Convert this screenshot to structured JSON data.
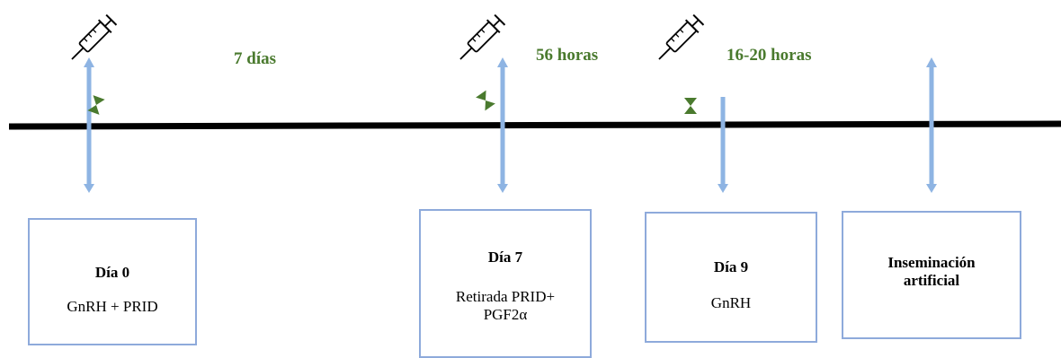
{
  "intervals": [
    "7 días",
    "56 horas",
    "16-20 horas"
  ],
  "events": [
    {
      "title": "Día 0",
      "detail": "GnRH + PRID"
    },
    {
      "title": "Día 7",
      "detail": "Retirada PRID+\nPGF2α"
    },
    {
      "title": "Día 9",
      "detail": "GnRH"
    },
    {
      "title": "Inseminación\nartificial",
      "detail": ""
    }
  ],
  "colors": {
    "timeline": "#000000",
    "arrow": "#8eb4e3",
    "arrow_edge": "#6f9fd6",
    "interval_text": "#4a7a2e",
    "hourglass": "#4a7a2e",
    "box_border": "#8eaadb"
  },
  "icons": [
    "syringe-icon",
    "hourglass-icon"
  ]
}
